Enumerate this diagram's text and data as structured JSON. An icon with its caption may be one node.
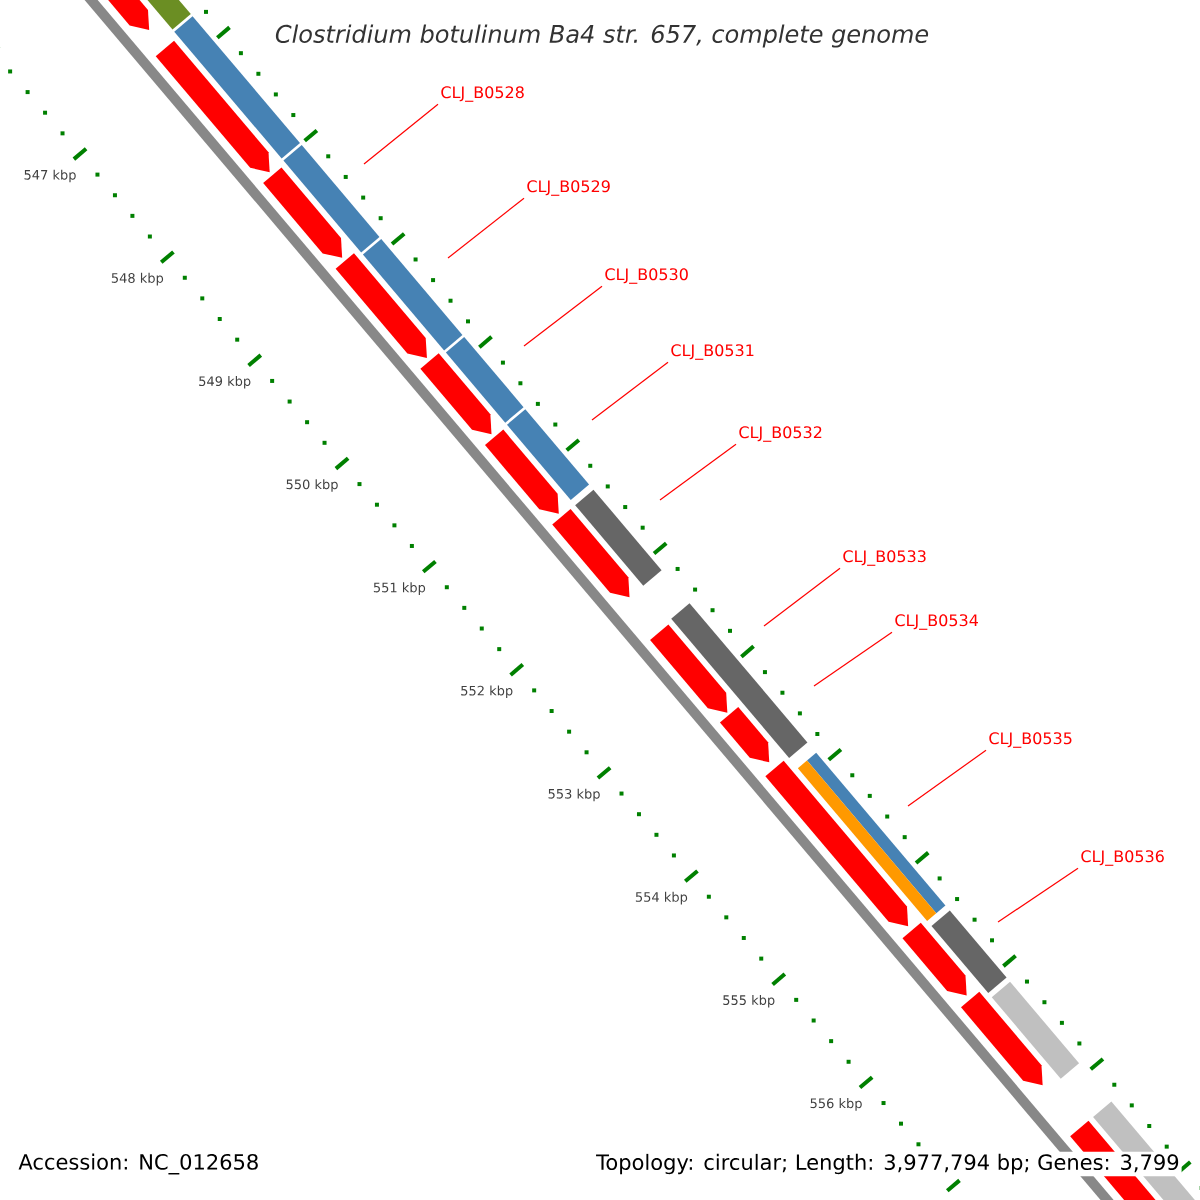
{
  "diagram": {
    "title": "Clostridium botulinum Ba4 str. 657, complete genome",
    "nodes": [
      {
        "text": [
          "CLJ_B0528"
        ]
      },
      {
        "text": [
          "CLJ_B0529"
        ]
      },
      {
        "text": [
          "CLJ_B0530"
        ]
      },
      {
        "text": [
          "CLJ_B0531"
        ]
      },
      {
        "text": [
          "CLJ_B0532"
        ]
      },
      {
        "text": [
          "CLJ_B0533"
        ]
      },
      {
        "text": [
          "CLJ_B0534"
        ]
      },
      {
        "text": [
          "CLJ_B0535"
        ]
      },
      {
        "text": [
          "CLJ_B0536"
        ]
      }
    ],
    "edges": [
      {
        "from": 0,
        "to": null,
        "arrow": "none"
      },
      {
        "from": 1,
        "to": null,
        "arrow": "none"
      },
      {
        "from": 2,
        "to": null,
        "arrow": "none"
      },
      {
        "from": 3,
        "to": null,
        "arrow": "none"
      },
      {
        "from": 4,
        "to": null,
        "arrow": "none"
      },
      {
        "from": 5,
        "to": null,
        "arrow": "none"
      },
      {
        "from": 6,
        "to": null,
        "arrow": "none"
      },
      {
        "from": 7,
        "to": null,
        "arrow": "none"
      },
      {
        "from": 8,
        "to": null,
        "arrow": "none"
      }
    ],
    "labels": [
      "547 kbp",
      "548 kbp",
      "549 kbp",
      "550 kbp",
      "551 kbp",
      "552 kbp",
      "553 kbp",
      "554 kbp",
      "555 kbp",
      "556 kbp",
      "Accession: NC_012658",
      "Topology: circular; Length: 3,977,794 bp; Genes: 3,799"
    ]
  }
}
